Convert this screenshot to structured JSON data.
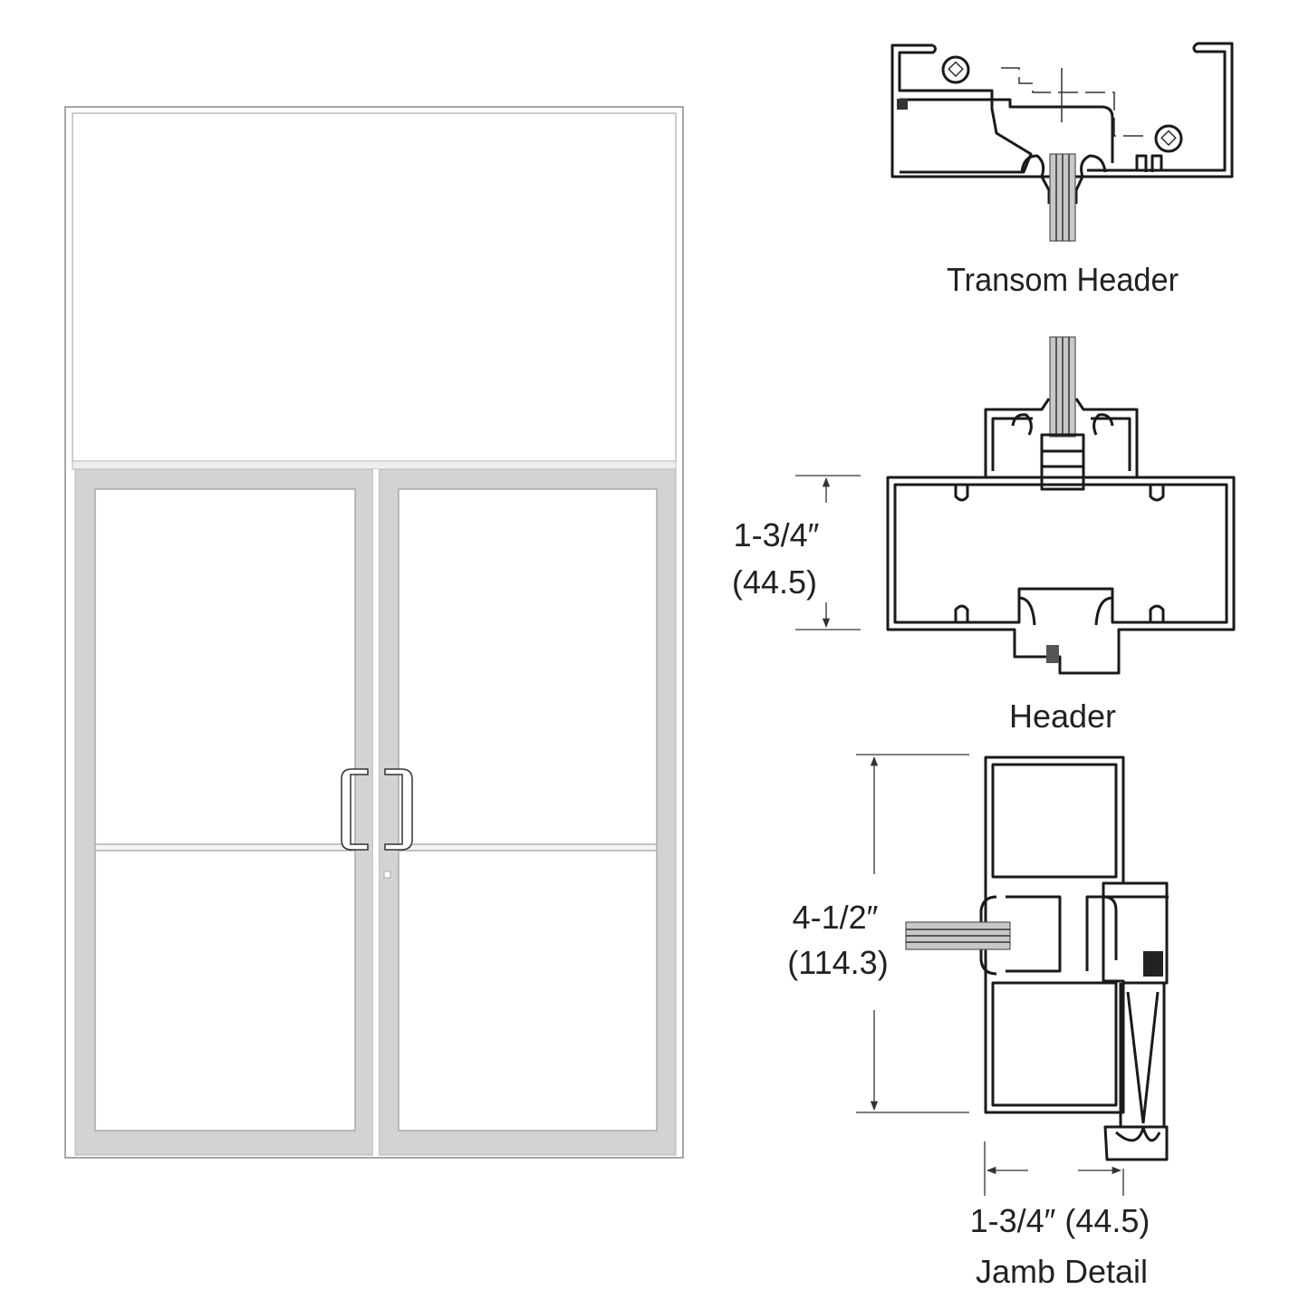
{
  "elevation": {
    "description_labels": []
  },
  "sections": {
    "transom_header": {
      "label": "Transom Header"
    },
    "header": {
      "label": "Header",
      "dim_fraction": "1-3/4″",
      "dim_metric": "(44.5)"
    },
    "jamb": {
      "label": "Jamb Detail",
      "height_fraction": "4-1/2″",
      "height_metric": "(114.3)",
      "width_dim": "1-3/4″ (44.5)"
    }
  },
  "colors": {
    "frame": "#d3d3d3",
    "line": "#1a1a1a",
    "background": "#ffffff"
  }
}
